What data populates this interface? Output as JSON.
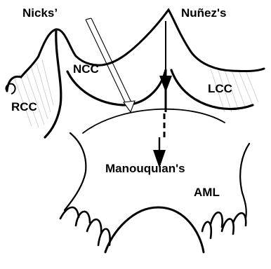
{
  "labels": {
    "nicks": "Nicks’",
    "nunez": "Nuñez's",
    "ncc": "NCC",
    "rcc": "RCC",
    "lcc": "LCC",
    "manouquian": "Manouquian's",
    "aml": "AML"
  },
  "colors": {
    "ink": "#000000",
    "background": "#ffffff",
    "hatch": "#9a9a9a"
  }
}
